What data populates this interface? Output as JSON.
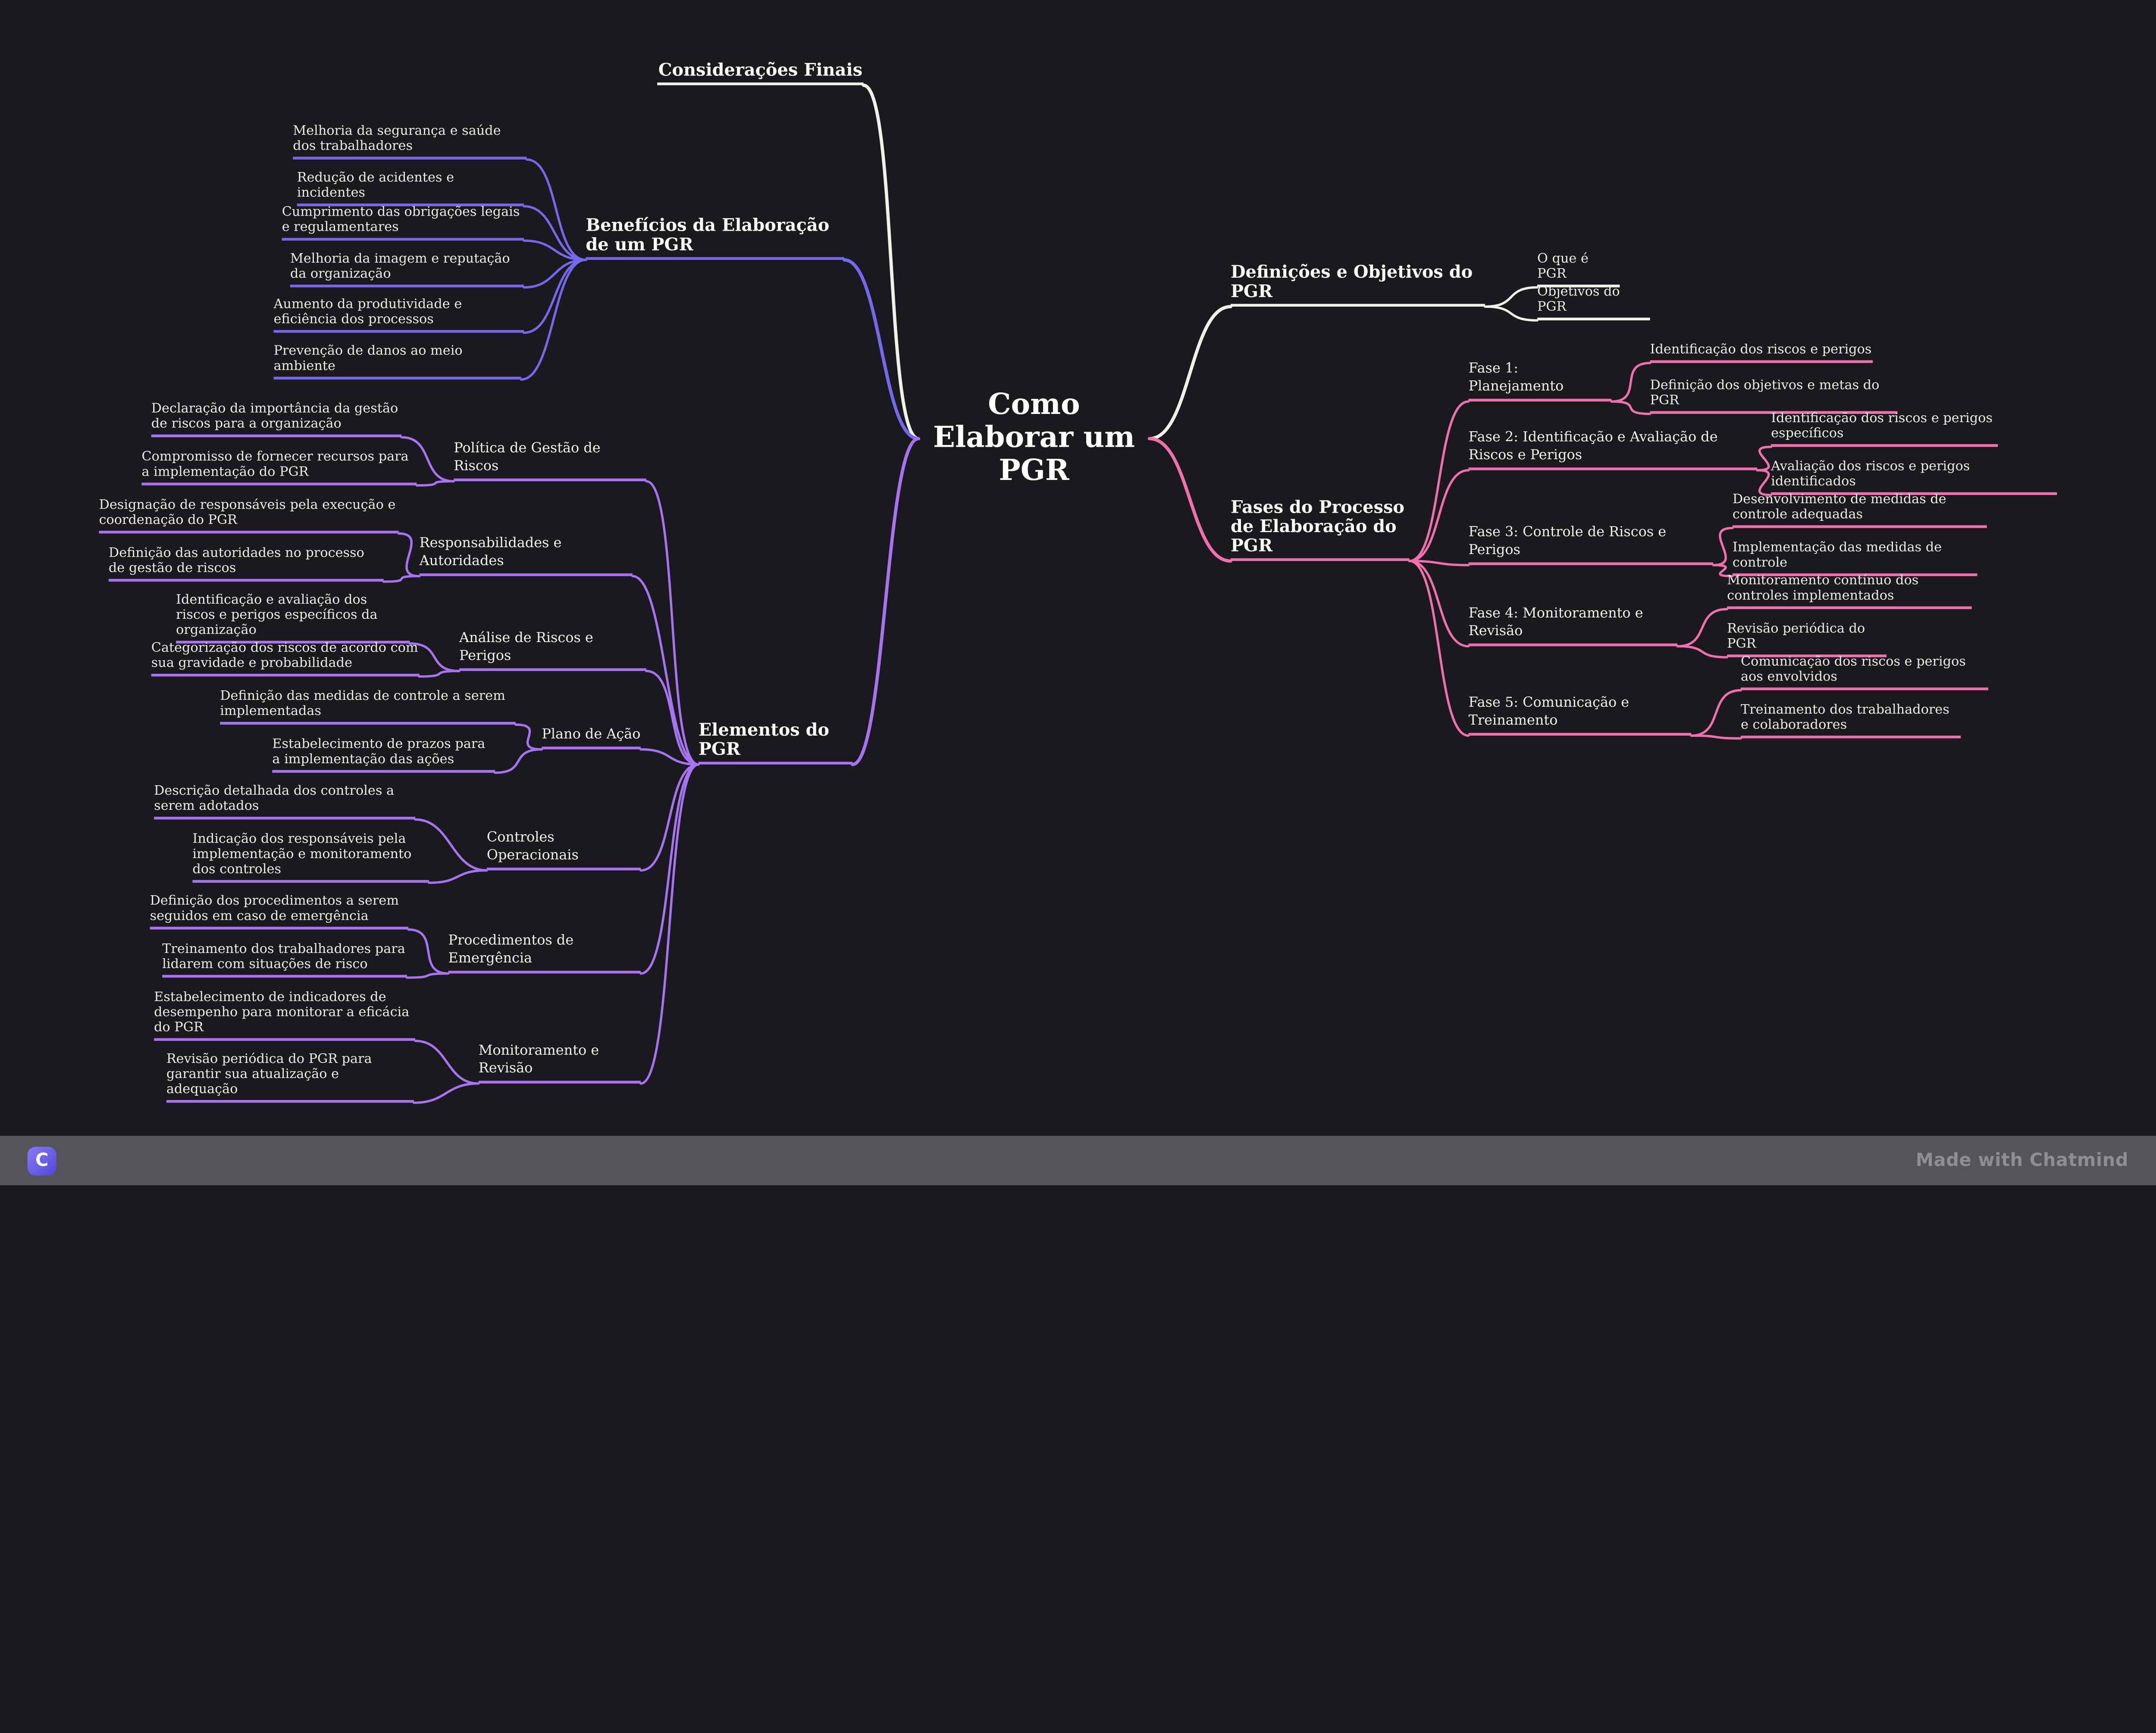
{
  "colors": {
    "background": "#1a1a1e",
    "branches": {
      "white": "#f3f0e8",
      "beneficios": "#7668ee",
      "elementos": "#a873f0",
      "fases": "#f06fae"
    },
    "footer_background": "#54545a",
    "watermark_text": "#8e8e95",
    "logo_gradient_start": "#8b7bf7",
    "logo_gradient_end": "#4f46d6"
  },
  "footer": {
    "watermark": "Made with Chatmind",
    "logo_letter": "C"
  },
  "mindmap": {
    "center_title": "Como Elaborar um PGR",
    "consideracoes": {
      "label": "Considerações Finais"
    },
    "beneficios": {
      "label": "Benefícios da Elaboração de um PGR",
      "children": [
        "Melhoria da segurança e saúde dos trabalhadores",
        "Redução de acidentes e incidentes",
        "Cumprimento das obrigações legais e regulamentares",
        "Melhoria da imagem e reputação da organização",
        "Aumento da produtividade e eficiência dos processos",
        "Prevenção de danos ao meio ambiente"
      ]
    },
    "elementos": {
      "label": "Elementos do PGR",
      "sections": [
        {
          "label": "Política de Gestão de Riscos",
          "children": [
            "Declaração da importância da gestão de riscos para a organização",
            "Compromisso de fornecer recursos para a implementação do PGR"
          ]
        },
        {
          "label": "Responsabilidades e Autoridades",
          "children": [
            "Designação de responsáveis pela execução e coordenação do PGR",
            "Definição das autoridades no processo de gestão de riscos"
          ]
        },
        {
          "label": "Análise de Riscos e Perigos",
          "children": [
            "Identificação e avaliação dos riscos e perigos específicos da organização",
            "Categorização dos riscos de acordo com sua gravidade e probabilidade"
          ]
        },
        {
          "label": "Plano de Ação",
          "children": [
            "Definição das medidas de controle a serem implementadas",
            "Estabelecimento de prazos para a implementação das ações"
          ]
        },
        {
          "label": "Controles Operacionais",
          "children": [
            "Descrição detalhada dos controles a serem adotados",
            "Indicação dos responsáveis pela implementação e monitoramento dos controles"
          ]
        },
        {
          "label": "Procedimentos de Emergência",
          "children": [
            "Definição dos procedimentos a serem seguidos em caso de emergência",
            "Treinamento dos trabalhadores para lidarem com situações de risco"
          ]
        },
        {
          "label": "Monitoramento e Revisão",
          "children": [
            "Estabelecimento de indicadores de desempenho para monitorar a eficácia do PGR",
            "Revisão periódica do PGR para garantir sua atualização e adequação"
          ]
        }
      ]
    },
    "definicoes": {
      "label": "Definições e Objetivos do PGR",
      "children": [
        "O que é PGR",
        "Objetivos do PGR"
      ]
    },
    "fases": {
      "label": "Fases do Processo de Elaboração do PGR",
      "phases": [
        {
          "label": "Fase 1: Planejamento",
          "children": [
            "Identificação dos riscos e perigos",
            "Definição dos objetivos e metas do PGR"
          ]
        },
        {
          "label": "Fase 2: Identificação e Avaliação de Riscos e Perigos",
          "children": [
            "Identificação dos riscos e perigos específicos",
            "Avaliação dos riscos e perigos identificados"
          ]
        },
        {
          "label": "Fase 3: Controle de Riscos e Perigos",
          "children": [
            "Desenvolvimento de medidas de controle adequadas",
            "Implementação das medidas de controle"
          ]
        },
        {
          "label": "Fase 4: Monitoramento e Revisão",
          "children": [
            "Monitoramento contínuo dos controles implementados",
            "Revisão periódica do PGR"
          ]
        },
        {
          "label": "Fase 5: Comunicação e Treinamento",
          "children": [
            "Comunicação dos riscos e perigos aos envolvidos",
            "Treinamento dos trabalhadores e colaboradores"
          ]
        }
      ]
    }
  }
}
